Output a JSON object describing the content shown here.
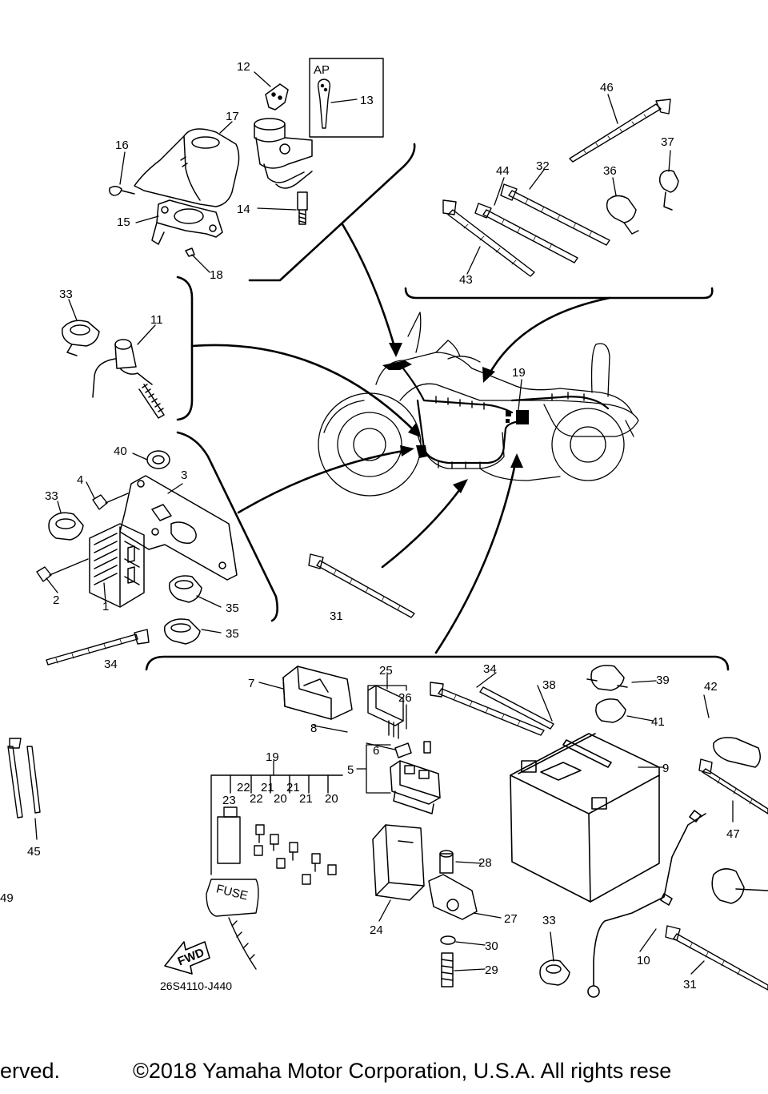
{
  "diagram": {
    "part_callouts": [
      "1",
      "2",
      "3",
      "4",
      "5",
      "6",
      "7",
      "8",
      "9",
      "10",
      "11",
      "12",
      "13",
      "14",
      "15",
      "16",
      "17",
      "18",
      "19",
      "19",
      "20",
      "20",
      "21",
      "21",
      "21",
      "22",
      "22",
      "23",
      "24",
      "25",
      "26",
      "27",
      "28",
      "29",
      "30",
      "31",
      "31",
      "32",
      "33",
      "33",
      "33",
      "34",
      "34",
      "35",
      "35",
      "36",
      "37",
      "38",
      "39",
      "40",
      "41",
      "42",
      "43",
      "44",
      "45",
      "46",
      "47",
      "49"
    ],
    "ap_label": "AP",
    "fuse_label": "FUSE",
    "fwd_label": "FWD",
    "drawing_code": "26S4110-J440"
  },
  "footer": {
    "left_fragment": "erved.",
    "copyright": "©2018 Yamaha Motor Corporation, U.S.A. All rights rese"
  }
}
